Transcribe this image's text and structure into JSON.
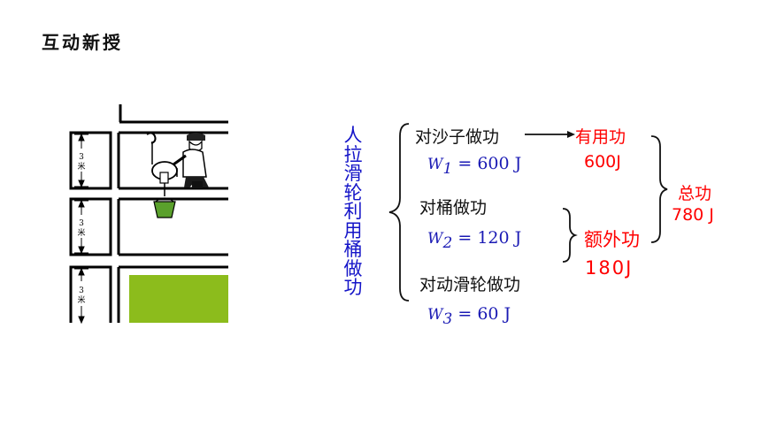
{
  "slide": {
    "title": "互动新授",
    "vertical_label": [
      "人",
      "拉",
      "滑",
      "轮",
      "利",
      "用",
      "桶",
      "做",
      "功"
    ]
  },
  "figure": {
    "floor_mark": {
      "line1": "3",
      "line2": "米"
    }
  },
  "diagram": {
    "work_sand": "对沙子做功",
    "w1": {
      "symbol": "W",
      "sub": "1",
      "value": "= 600 J"
    },
    "work_bucket": "对桶做功",
    "w2": {
      "symbol": "W",
      "sub": "2",
      "value": "= 120 J"
    },
    "work_pulley": "对动滑轮做功",
    "w3": {
      "symbol": "W",
      "sub": "3",
      "value": "= 60 J"
    },
    "useful_work": "有用功",
    "useful_value": "600J",
    "extra_work": "额外功",
    "extra_value": "180J",
    "total_work": "总功",
    "total_value": "780 J"
  },
  "colors": {
    "blue": "#1414c8",
    "red": "#ff0000",
    "green": "#8cbc1c"
  }
}
